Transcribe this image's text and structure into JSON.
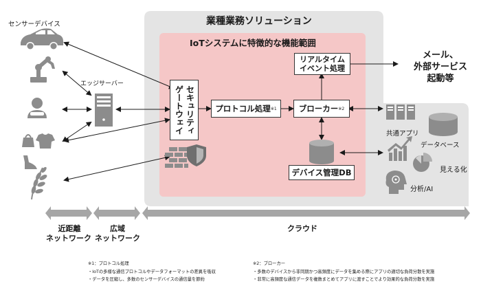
{
  "colors": {
    "cloud_grey": "#d9d9d9",
    "business_grey": "#e6e6e6",
    "iot_pink": "#f4c6c6",
    "arrow_grey": "#a6a6a6",
    "icon_grey": "#8c8c8c",
    "dark": "#1a1a1a"
  },
  "labels": {
    "sensor_devices": "センサーデバイス",
    "edge_server": "エッジサーバー",
    "business_solution": "業種業務ソリューション",
    "iot_scope": "IoTシステムに特徴的な機能範囲",
    "security_gateway_col1": "ゲートウェイ",
    "security_gateway_col2": "セキュリティ",
    "protocol_processing": "プロトコル処理",
    "protocol_note_mark": "※1",
    "broker": "ブローカー",
    "broker_note_mark": "※2",
    "realtime_line1": "リアルタイム",
    "realtime_line2": "イベント処理",
    "device_db": "デバイス管理DB",
    "external_services_line1": "メール、",
    "external_services_line2": "外部サービス",
    "external_services_line3": "起動等",
    "common_apps": "共通アプリ",
    "database": "データベース",
    "visualization": "見える化",
    "analysis_ai": "分析/AI",
    "short_range_line1": "近距離",
    "short_range_line2": "ネットワーク",
    "wide_area_line1": "広域",
    "wide_area_line2": "ネットワーク",
    "cloud": "クラウド"
  },
  "footnotes": {
    "note1_title": "※1：プロトコル処理",
    "note1_line1": "・IoTの多様な通信プロトコルやデータフォーマットの差異を吸収",
    "note1_line2": "・データを圧縮し、多数のセンサーデバイスの通信量を節約",
    "note2_title": "※2：ブローカー",
    "note2_line1": "・多数のデバイスから非同期かつ高頻度にデータを集める際にアプリの適切な負荷分散を実施",
    "note2_line2": "・非常に高頻度な通信データを複数まとめてアプリに渡すことでより効果的な負荷分散を実施"
  },
  "icons": [
    "car-icon",
    "robot-arm-icon",
    "person-icon",
    "clothing-icon",
    "shoe-icon",
    "wheat-icon",
    "server-icon",
    "firewall-icon",
    "database-icon",
    "bar-chart-icon",
    "pie-chart-icon",
    "ai-head-icon"
  ]
}
